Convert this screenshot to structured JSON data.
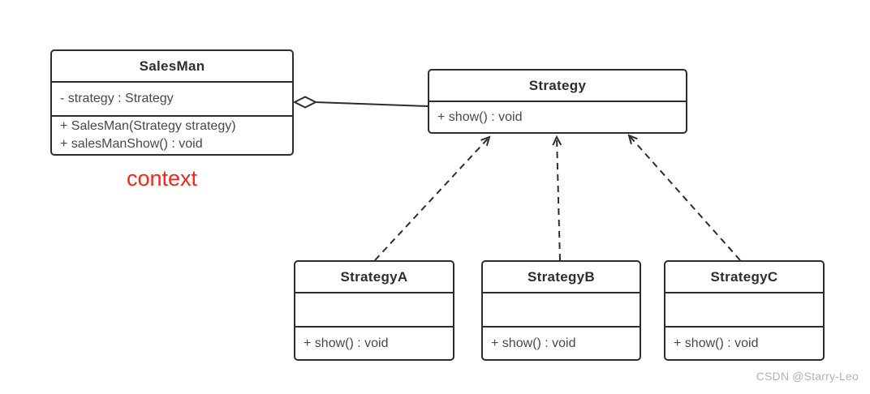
{
  "diagram": {
    "type": "uml-class-diagram",
    "classes": [
      {
        "name": "SalesMan",
        "attributes": [
          "- strategy : Strategy"
        ],
        "methods": [
          "+ SalesMan(Strategy strategy)",
          "+ salesManShow() : void"
        ]
      },
      {
        "name": "Strategy",
        "attributes": [],
        "methods": [
          "+ show() : void"
        ]
      },
      {
        "name": "StrategyA",
        "attributes": [],
        "methods": [
          "+ show() : void"
        ]
      },
      {
        "name": "StrategyB",
        "attributes": [],
        "methods": [
          "+ show() : void"
        ]
      },
      {
        "name": "StrategyC",
        "attributes": [],
        "methods": [
          "+ show() : void"
        ]
      }
    ],
    "relations": [
      {
        "from": "SalesMan",
        "to": "Strategy",
        "type": "aggregation"
      },
      {
        "from": "StrategyA",
        "to": "Strategy",
        "type": "realization"
      },
      {
        "from": "StrategyB",
        "to": "Strategy",
        "type": "realization"
      },
      {
        "from": "StrategyC",
        "to": "Strategy",
        "type": "realization"
      }
    ],
    "annotations": {
      "context_label": "context"
    },
    "colors": {
      "stroke": "#2d2d2d",
      "context_label": "#f42519",
      "watermark": "#b3b3b3",
      "background": "#ffffff"
    }
  },
  "watermark": "CSDN @Starry-Leo"
}
